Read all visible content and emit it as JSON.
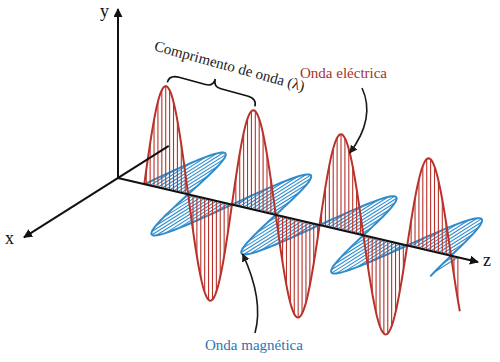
{
  "diagram": {
    "labels": [
      "y",
      "Comprimento de onda (λ)",
      "Onda eléctrica",
      "x",
      "Onda magnética",
      "z"
    ]
  }
}
